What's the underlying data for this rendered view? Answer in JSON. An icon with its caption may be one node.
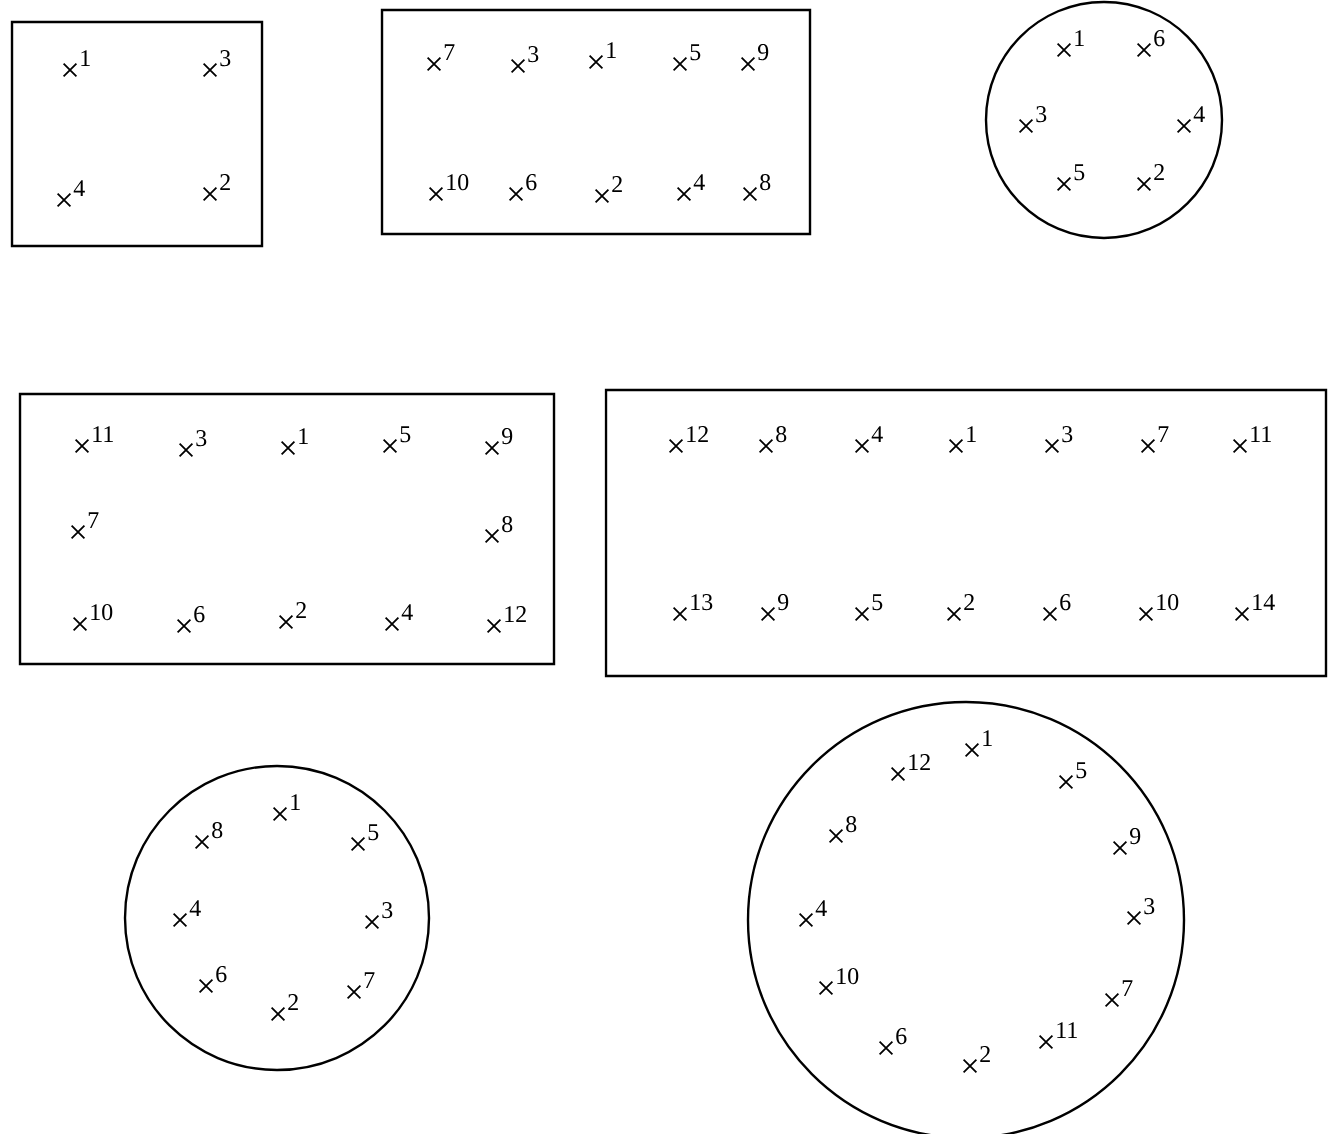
{
  "diagram": {
    "nodes": [
      {
        "text": [
          "1",
          "3",
          "4",
          "2"
        ]
      },
      {
        "text": [
          "7",
          "3",
          "1",
          "5",
          "9",
          "10",
          "6",
          "2",
          "4",
          "8"
        ]
      },
      {
        "text": [
          "1",
          "6",
          "3",
          "4",
          "5",
          "2"
        ]
      },
      {
        "text": [
          "11",
          "3",
          "1",
          "5",
          "9",
          "7",
          "8",
          "10",
          "6",
          "2",
          "4",
          "12"
        ]
      },
      {
        "text": [
          "12",
          "8",
          "4",
          "1",
          "3",
          "7",
          "11",
          "13",
          "9",
          "5",
          "2",
          "6",
          "10",
          "14"
        ]
      },
      {
        "text": [
          "1",
          "8",
          "5",
          "4",
          "3",
          "6",
          "2",
          "7"
        ]
      },
      {
        "text": [
          "1",
          "12",
          "5",
          "8",
          "9",
          "4",
          "3",
          "10",
          "7",
          "6",
          "2",
          "11"
        ]
      }
    ]
  }
}
